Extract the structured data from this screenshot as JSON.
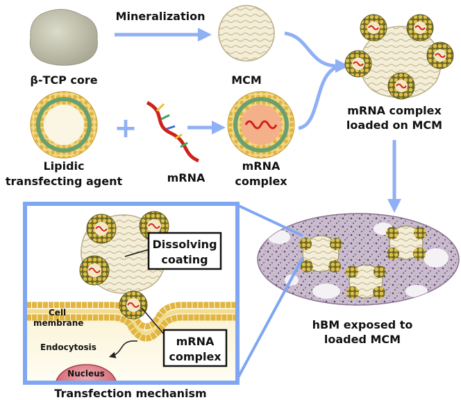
{
  "labels": {
    "tcp_core": "β-TCP core",
    "mineralization": "Mineralization",
    "mcm": "MCM",
    "loaded_line1": "mRNA complex",
    "loaded_line2": "loaded on MCM",
    "lipid_line1": "Lipidic",
    "lipid_line2": "transfecting agent",
    "mrna": "mRNA",
    "complex_line1": "mRNA",
    "complex_line2": "complex",
    "hbm_line1": "hBM exposed to",
    "hbm_line2": "loaded MCM",
    "dissolving_line1": "Dissolving",
    "dissolving_line2": "coating",
    "cell_line1": "Cell",
    "cell_line2": "membrane",
    "endocytosis": "Endocytosis",
    "inset_complex_line1": "mRNA",
    "inset_complex_line2": "complex",
    "nucleus": "Nucleus",
    "plus": "+",
    "mechanism_title": "Transfection mechanism"
  },
  "colors": {
    "arrow": "#8fb0f5",
    "inset_border": "#7ea6f3",
    "tcp_core": "#c9c7b6",
    "mcm_fill": "#f3ecd4",
    "lipid_head": "#d8a83a",
    "lipid_tail": "#4f8a5c",
    "mrna_red": "#d0201c",
    "tissue": "#b8a7bf",
    "nucleus": "#d86b79"
  }
}
